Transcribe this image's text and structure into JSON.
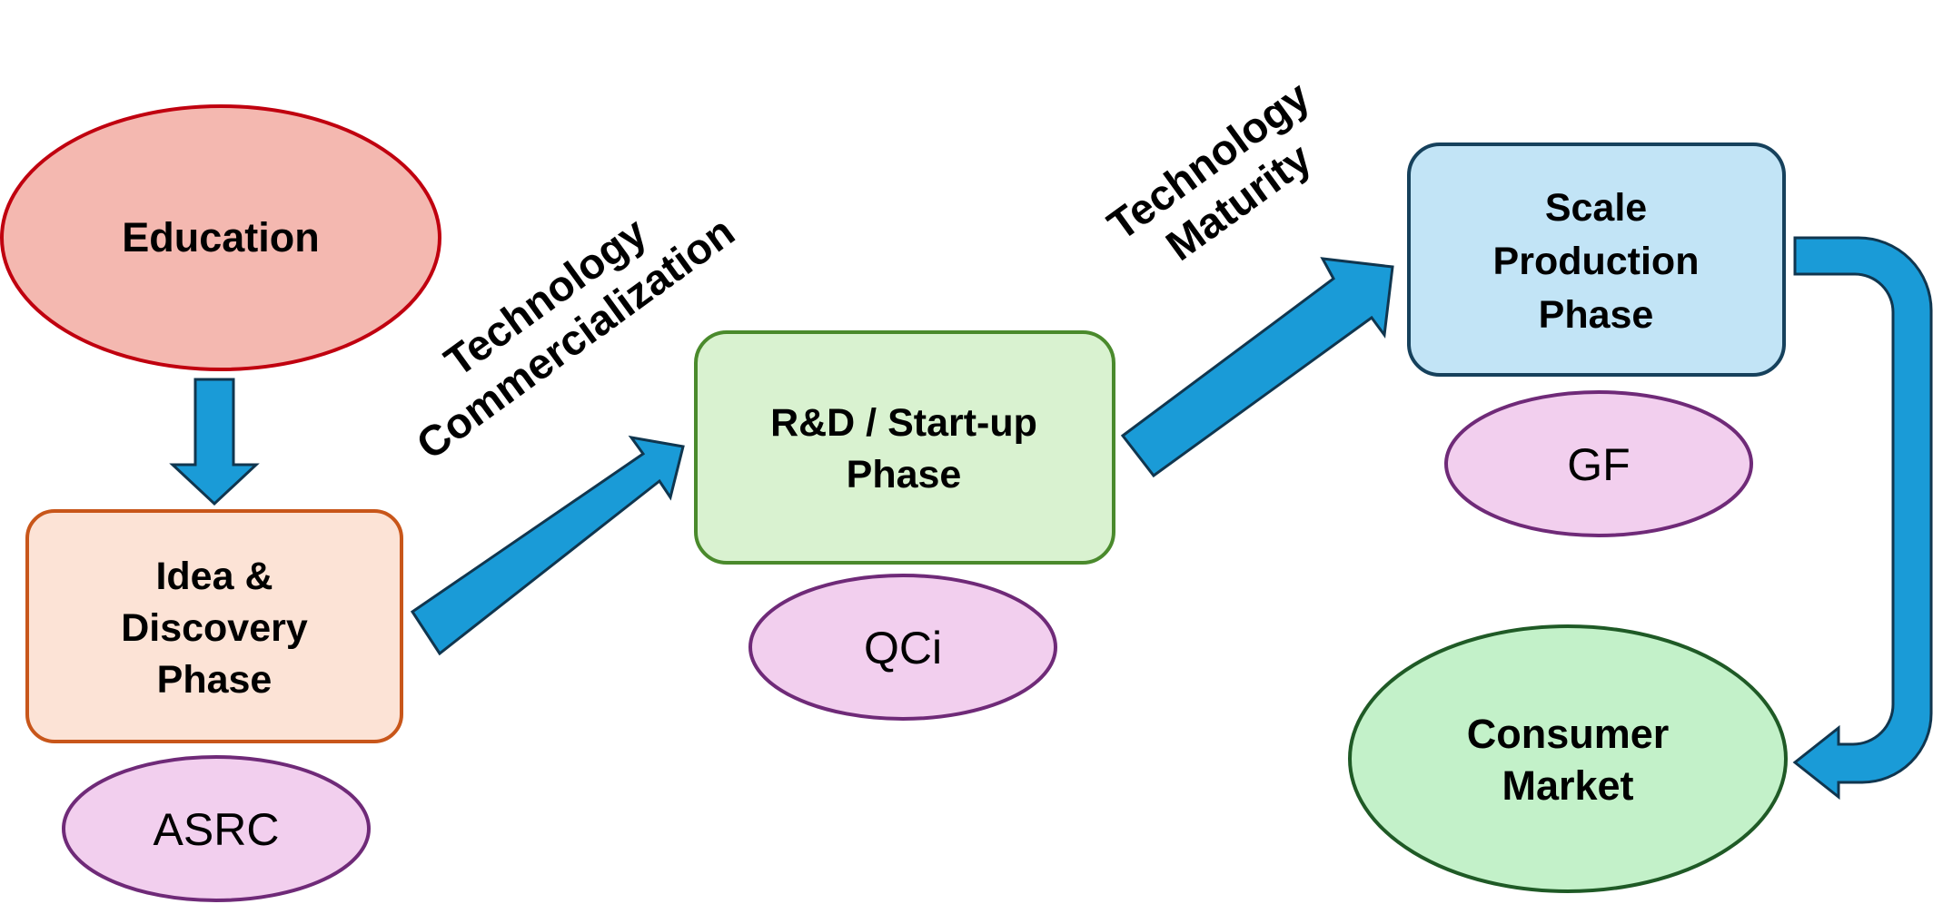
{
  "nodes": {
    "education": {
      "lines": [
        "Education"
      ]
    },
    "idea": {
      "lines": [
        "Idea &",
        "Discovery",
        "Phase"
      ]
    },
    "rnd": {
      "lines": [
        "R&D / Start-up",
        "Phase"
      ]
    },
    "scale": {
      "lines": [
        "Scale",
        "Production",
        "Phase"
      ]
    },
    "consumer": {
      "lines": [
        "Consumer",
        "Market"
      ]
    }
  },
  "orgs": {
    "asrc": "ASRC",
    "qci": "QCi",
    "gf": "GF"
  },
  "edge_labels": {
    "commercialization": [
      "Technology",
      "Commercialization"
    ],
    "maturity": [
      "Technology",
      "Maturity"
    ]
  },
  "colors": {
    "arrow_fill": "#1a9bd7",
    "arrow_stroke": "#10364f",
    "education_fill": "#f4b8b0",
    "education_stroke": "#c0000f",
    "idea_fill": "#fce3d6",
    "idea_stroke": "#c8561a",
    "rnd_fill": "#d9f2d0",
    "rnd_stroke": "#4a8a2c",
    "scale_fill": "#c2e4f6",
    "scale_stroke": "#16415c",
    "consumer_fill": "#c3f1c9",
    "consumer_stroke": "#1f5a26",
    "org_fill": "#f2cfee",
    "org_stroke": "#6f2a78"
  }
}
